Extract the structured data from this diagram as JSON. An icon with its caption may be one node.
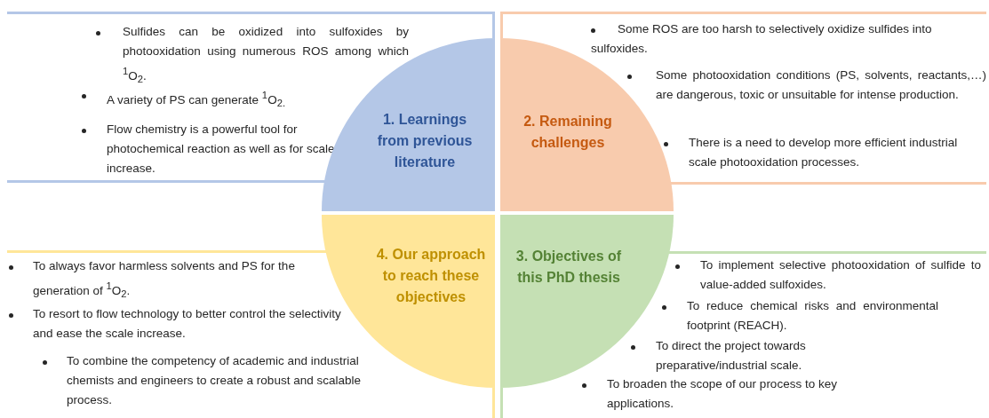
{
  "diagram": {
    "nodes": [
      {
        "text": [
          "Sulfides can be oxidized into sulfoxides by photooxidation using numerous ROS among which $^{1}$O$_{2}$.",
          "A variety of PS can generate $^{1}$O$_{2.}$",
          "Flow chemistry is a powerful tool for photochemical reaction as well as for scale increase."
        ]
      },
      {
        "text": [
          "1. Learnings from previous literature"
        ]
      },
      {
        "text": [
          "2. Remaining challenges"
        ]
      },
      {
        "text": [
          "Some ROS are too harsh to selectively oxidize sulfides into sulfoxides.",
          "Some photooxidation conditions (PS, solvents, reactants,…) are dangerous, toxic or unsuitable for intense production.",
          "There is a need to develop more efficient industrial scale photooxidation processes."
        ]
      },
      {
        "text": [
          "To always favor harmless solvents and PS for the generation of $^{1}$O$_{2}$.",
          "To resort to flow technology to better control the selectivity and ease the scale increase.",
          "To combine the competency of academic and industrial chemists and engineers to create a robust and scalable process."
        ]
      },
      {
        "text": [
          "4. Our approach to reach these objectives"
        ]
      },
      {
        "text": [
          "3. Objectives of this PhD thesis"
        ]
      },
      {
        "text": [
          "To implement selective photooxidation of sulfide to value-added sulfoxides.",
          "To reduce chemical risks and environmental footprint (REACH).",
          "To direct the project towards preparative/industrial scale.",
          "To broaden the scope of our process to key applications."
        ]
      }
    ]
  }
}
